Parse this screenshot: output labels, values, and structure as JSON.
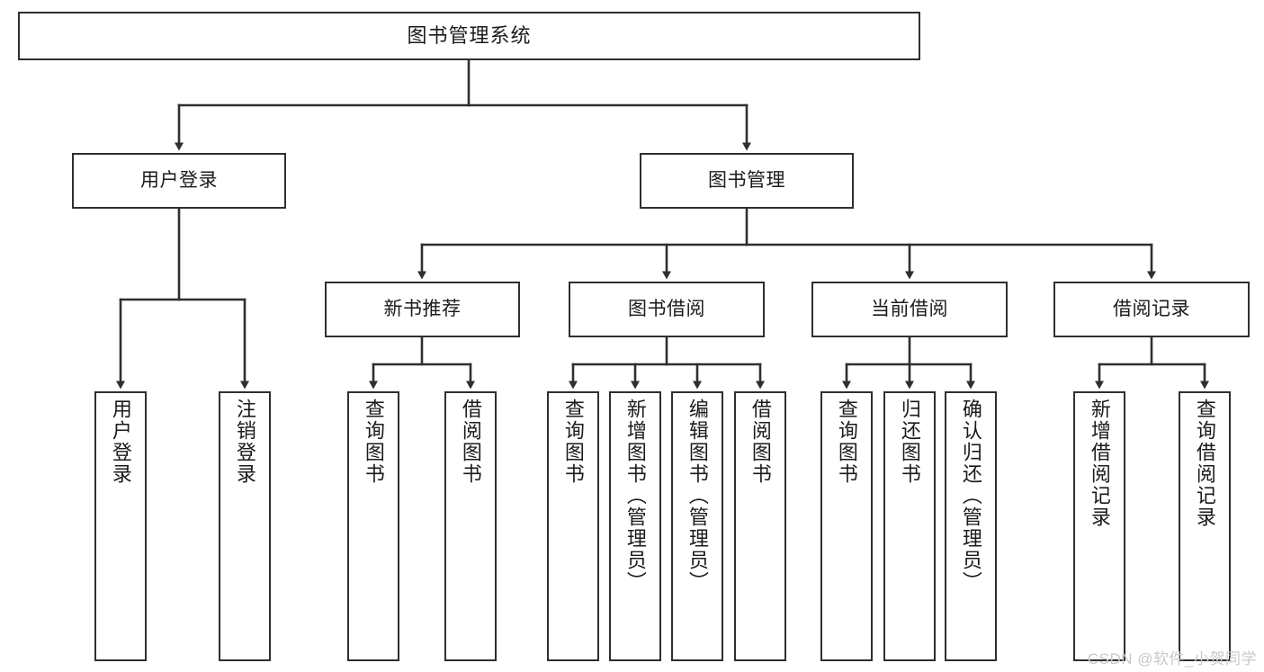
{
  "diagram": {
    "title": "图书管理系统",
    "type": "tree-hierarchy",
    "watermark": "CSDN @软件_小贺同学",
    "colors": {
      "box_border": "#2f2f2f",
      "box_fill": "#ffffff",
      "edge": "#2f2f2f",
      "text": "#1b1b1b",
      "watermark": "#c9c9c9"
    },
    "root": {
      "label": "图书管理系统"
    },
    "level2": [
      {
        "label": "用户登录"
      },
      {
        "label": "图书管理"
      }
    ],
    "level3": [
      {
        "label": "新书推荐"
      },
      {
        "label": "图书借阅"
      },
      {
        "label": "当前借阅"
      },
      {
        "label": "借阅记录"
      }
    ],
    "leaves": {
      "user_login": [
        {
          "label": "用户登录"
        },
        {
          "label": "注销登录"
        }
      ],
      "new_book_recommend": [
        {
          "label": "查询图书"
        },
        {
          "label": "借阅图书"
        }
      ],
      "book_borrow": [
        {
          "label": "查询图书"
        },
        {
          "label": "新增图书（管理员）"
        },
        {
          "label": "编辑图书（管理员）"
        },
        {
          "label": "借阅图书"
        }
      ],
      "current_borrow": [
        {
          "label": "查询图书"
        },
        {
          "label": "归还图书"
        },
        {
          "label": "确认归还（管理员）"
        }
      ],
      "borrow_record": [
        {
          "label": "新增借阅记录"
        },
        {
          "label": "查询借阅记录"
        }
      ]
    }
  }
}
